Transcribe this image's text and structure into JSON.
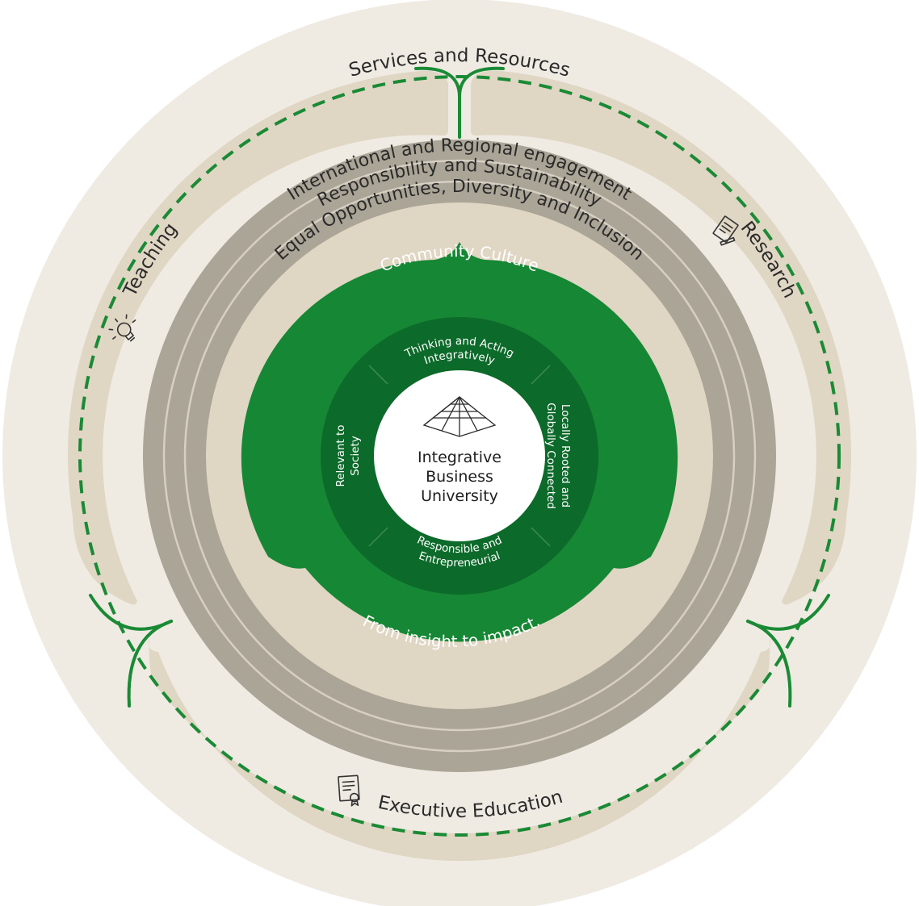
{
  "outer_ring": {
    "label": "Services and Resources"
  },
  "segments": {
    "teaching": {
      "label": "Teaching",
      "icon": "lightbulb-icon"
    },
    "research": {
      "label": "Research",
      "icon": "document-pen-icon"
    },
    "executive_education": {
      "label": "Executive Education",
      "icon": "certificate-icon"
    }
  },
  "value_rings": [
    "International and Regional engagement",
    "Responsibility and Sustainability",
    "Equal Opportunities, Diversity and Inclusion"
  ],
  "community": {
    "top_label": "Community Culture",
    "bottom_label": "From insight to impact."
  },
  "principles": {
    "top": [
      "Thinking and Acting",
      "Integratively"
    ],
    "right": [
      "Locally Rooted and",
      "Globally Connected"
    ],
    "bottom": [
      "Responsible and",
      "Entrepreneurial"
    ],
    "left": [
      "Relevant to",
      "Society"
    ]
  },
  "center": {
    "lines": [
      "Integrative",
      "Business",
      "University"
    ],
    "icon": "pyramid-grid-icon"
  },
  "colors": {
    "outer_ring": "#efebe3",
    "segment": "#e0d6c4",
    "value_ring": "#aba597",
    "value_ring_divider": "#d6cfc2",
    "community_green": "#168734",
    "principles_green": "#0c6a2a",
    "connector_green": "#1a8a35"
  }
}
